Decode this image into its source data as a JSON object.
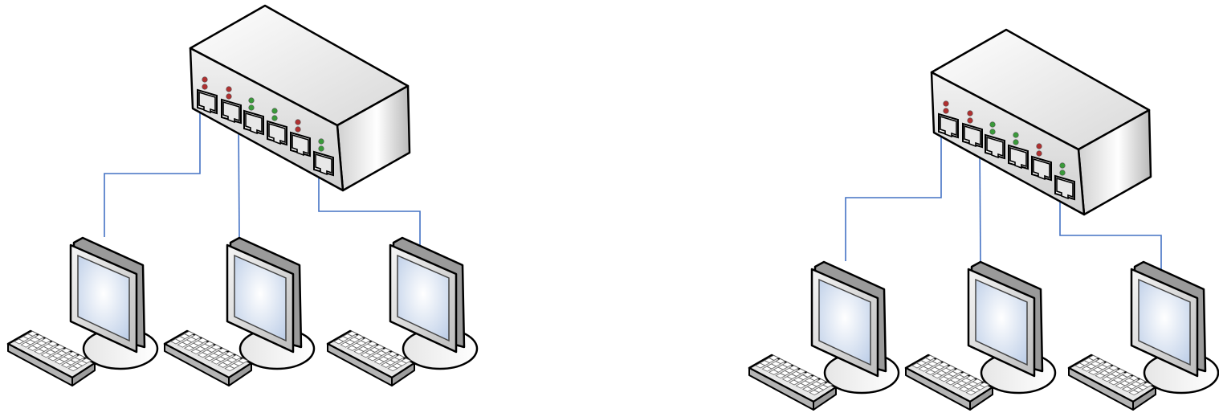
{
  "diagram": {
    "type": "network-topology",
    "networks": [
      {
        "id": "network-left",
        "hub": {
          "kind": "switch",
          "ports": 6,
          "leds": [
            "red",
            "red",
            "green",
            "green",
            "red",
            "green"
          ]
        },
        "workstations": [
          {
            "kind": "computer",
            "connected_port": 1
          },
          {
            "kind": "computer",
            "connected_port": 2
          },
          {
            "kind": "computer",
            "connected_port": 6
          }
        ]
      },
      {
        "id": "network-right",
        "hub": {
          "kind": "switch",
          "ports": 6,
          "leds": [
            "red",
            "red",
            "green",
            "green",
            "red",
            "green"
          ]
        },
        "workstations": [
          {
            "kind": "computer",
            "connected_port": 1
          },
          {
            "kind": "computer",
            "connected_port": 2
          },
          {
            "kind": "computer",
            "connected_port": 6
          }
        ]
      }
    ]
  },
  "colors": {
    "cable": "#4472c4",
    "outline": "#000000",
    "led_red": "#b03030",
    "led_green": "#3a9a3a",
    "device_light": "#f4f4f4",
    "device_mid": "#d9d9d9",
    "device_dark": "#a8a8a8",
    "screen": "#dbe6f4"
  }
}
